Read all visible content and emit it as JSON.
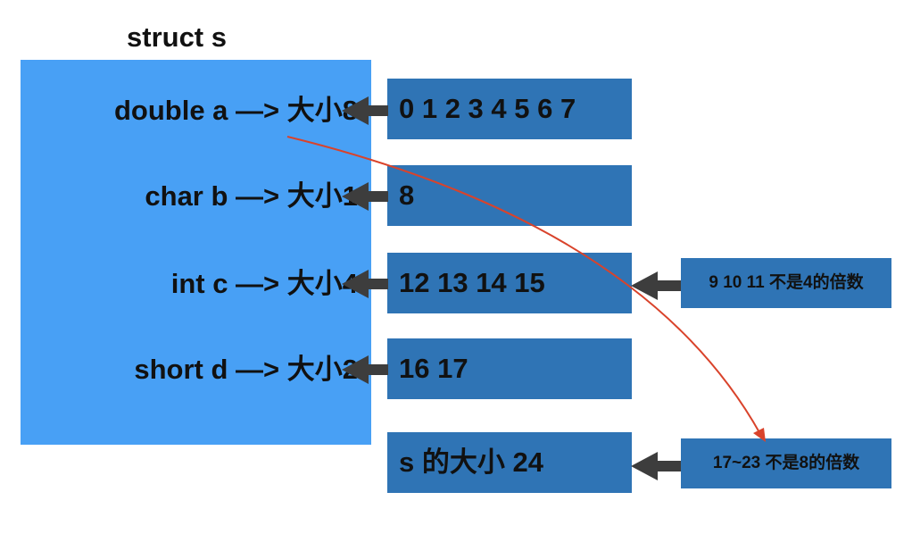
{
  "title": "struct s",
  "fields": [
    {
      "label": "double a —> 大小8"
    },
    {
      "label": "char b —> 大小1"
    },
    {
      "label": "int c —> 大小4"
    },
    {
      "label": "short d —> 大小2"
    }
  ],
  "memory_boxes": [
    {
      "text": "0 1 2 3 4 5 6 7"
    },
    {
      "text": "8"
    },
    {
      "text": "12 13 14 15"
    },
    {
      "text": "16 17"
    },
    {
      "text": "s 的大小 24"
    }
  ],
  "notes": [
    {
      "text": "9 10 11 不是4的倍数"
    },
    {
      "text": "17~23 不是8的倍数"
    }
  ],
  "colors": {
    "struct_panel": "#48a0f5",
    "boxes": "#2f74b5",
    "arrows": "#3d3d3d",
    "curve": "#d9432b"
  },
  "icons": {
    "pointer": "left-arrow-icon",
    "curve": "curved-arrow-icon"
  }
}
